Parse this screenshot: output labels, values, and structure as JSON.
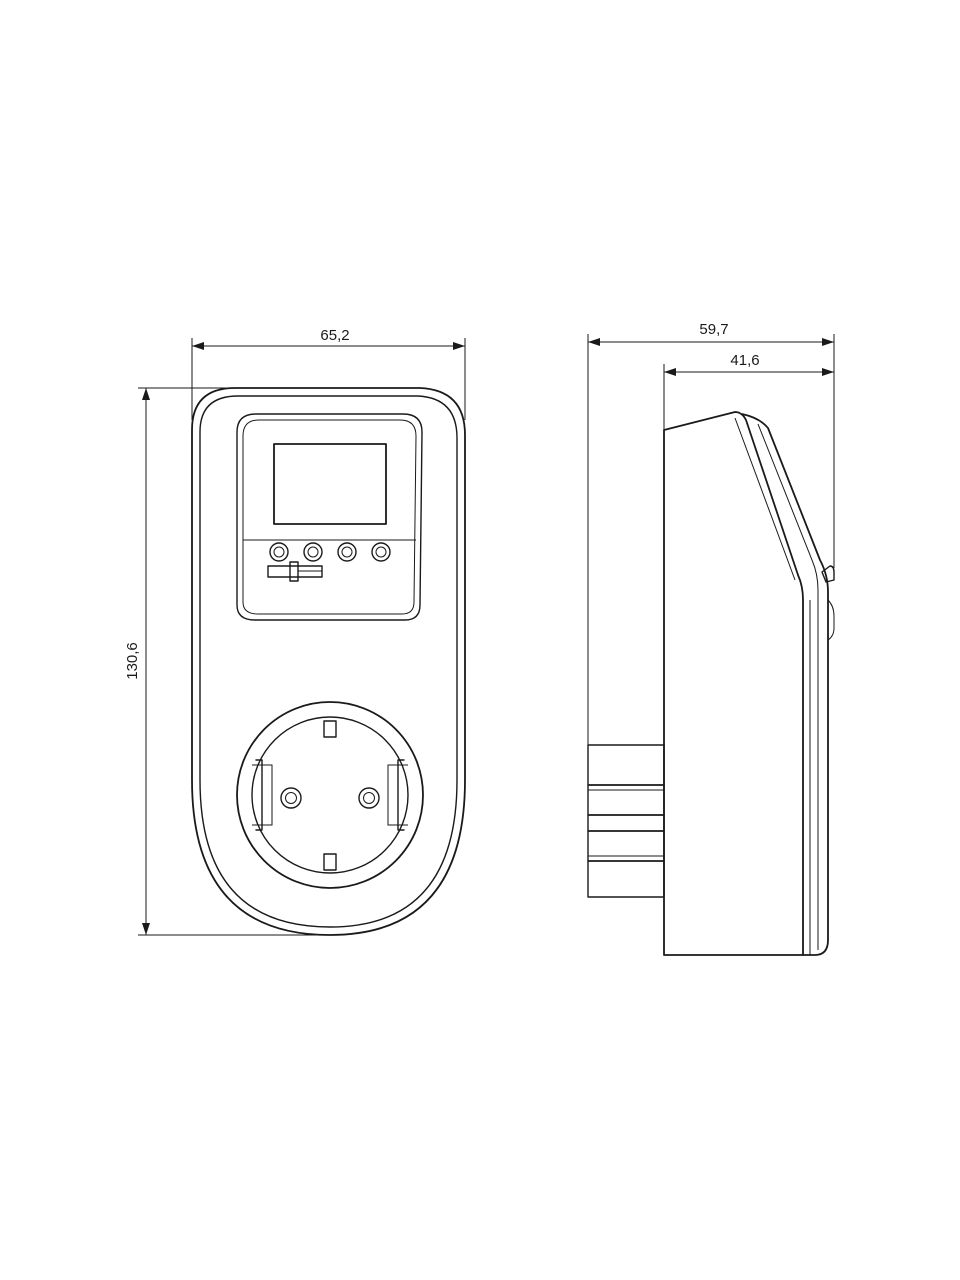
{
  "dimensions": {
    "front_width": "65,2",
    "front_height": "130,6",
    "side_total_depth": "59,7",
    "side_body_depth": "41,6"
  },
  "colors": {
    "line": "#1a1a1a",
    "background": "#ffffff"
  }
}
